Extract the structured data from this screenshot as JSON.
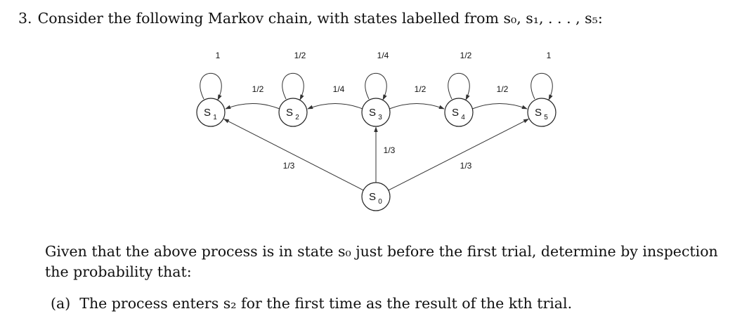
{
  "question": {
    "number": "3.",
    "text": "Consider the following Markov chain, with states labelled from s₀, s₁, . . . , s₅:"
  },
  "diagram": {
    "states": [
      {
        "id": "s1",
        "label": "S",
        "sub": "1",
        "self_loop": "1"
      },
      {
        "id": "s2",
        "label": "S",
        "sub": "2",
        "self_loop": "1/2"
      },
      {
        "id": "s3",
        "label": "S",
        "sub": "3",
        "self_loop": "1/4"
      },
      {
        "id": "s4",
        "label": "S",
        "sub": "4",
        "self_loop": "1/2"
      },
      {
        "id": "s5",
        "label": "S",
        "sub": "5",
        "self_loop": "1"
      },
      {
        "id": "s0",
        "label": "S",
        "sub": "0"
      }
    ],
    "transitions": [
      {
        "from": "s2",
        "to": "s1",
        "prob": "1/2"
      },
      {
        "from": "s3",
        "to": "s2",
        "prob": "1/4"
      },
      {
        "from": "s3",
        "to": "s4",
        "prob": "1/2"
      },
      {
        "from": "s4",
        "to": "s5",
        "prob": "1/2"
      },
      {
        "from": "s0",
        "to": "s1",
        "prob": "1/3"
      },
      {
        "from": "s0",
        "to": "s3",
        "prob": "1/3"
      },
      {
        "from": "s0",
        "to": "s5",
        "prob": "1/3"
      }
    ]
  },
  "paragraph": "Given that the above process is in state s₀ just before the first trial, determine by inspection the probability that:",
  "part_a": {
    "label": "(a)",
    "text": "The process enters s₂ for the first time as the result of the kth trial."
  }
}
